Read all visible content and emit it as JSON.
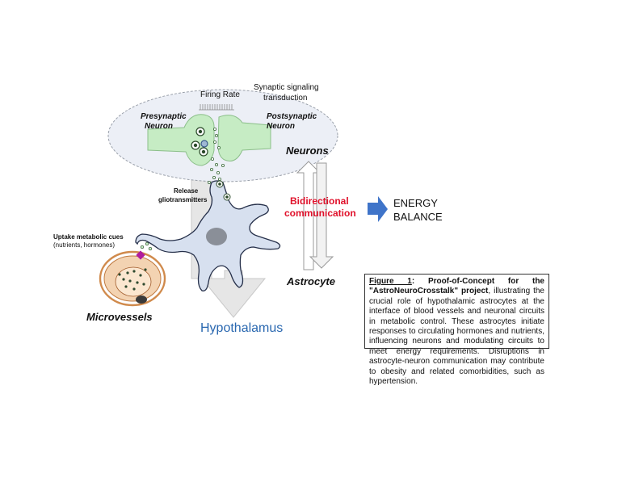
{
  "labels": {
    "firing_rate": "Firing Rate",
    "synaptic_signaling": "Synaptic signaling",
    "transduction": "transduction",
    "presynaptic": "Presynaptic",
    "presynaptic_neuron": "Neuron",
    "postsynaptic": "Postsynaptic",
    "postsynaptic_neuron": "Neuron",
    "neurons": "Neurons",
    "release": "Release",
    "gliotransmitters": "gliotransmitters",
    "bidirectional": "Bidirectional",
    "communication": "communication",
    "energy": "ENERGY",
    "balance": "BALANCE",
    "uptake": "Uptake metabolic cues",
    "uptake_detail": "(nutrients, hormones)",
    "astrocyte": "Astrocyte",
    "microvessels": "Microvessels",
    "hypothalamus": "Hypothalamus"
  },
  "caption": {
    "figure_label": "Figure 1",
    "title": ": Proof-of-Concept for the \"AstroNeuroCrosstalk\" project",
    "body": ", illustrating the crucial role of hypothalamic astrocytes at the interface of blood vessels and neuronal circuits in metabolic control. These astrocytes initiate responses to circulating hormones and nutrients, influencing neurons and modulating circuits to meet energy requirements. Disruptions in astrocyte-neuron communication may contribute to obesity and related comorbidities, such as hypertension."
  },
  "colors": {
    "neuron_green": "#c6ecc4",
    "ellipse_fill": "#eceff6",
    "astrocyte_fill": "#d7e0ef",
    "vessel_fill": "#f3d3b2",
    "vessel_ring": "#cf8a4c",
    "bidirectional_red": "#e0102a",
    "energy_arrow_blue": "#3f74c9",
    "hypothalamus_blue": "#2a68b0",
    "purple_receptor": "#b01d9e"
  }
}
